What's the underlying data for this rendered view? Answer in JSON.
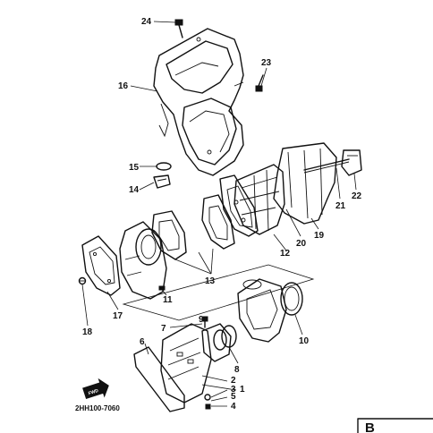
{
  "callouts": {
    "c1": "1",
    "c2": "2",
    "c3": "3",
    "c4": "4",
    "c5": "5",
    "c6": "6",
    "c7": "7",
    "c8": "8",
    "c9": "9",
    "c10": "10",
    "c11": "11",
    "c12": "12",
    "c13": "13",
    "c14": "14",
    "c15": "15",
    "c16": "16",
    "c17": "17",
    "c18": "18",
    "c19": "19",
    "c20": "20",
    "c21": "21",
    "c22": "22",
    "c23": "23",
    "c24": "24"
  },
  "footer": {
    "diagram_code": "2HH100-7060",
    "fwd_label": "FWD",
    "corner_label": "B"
  }
}
